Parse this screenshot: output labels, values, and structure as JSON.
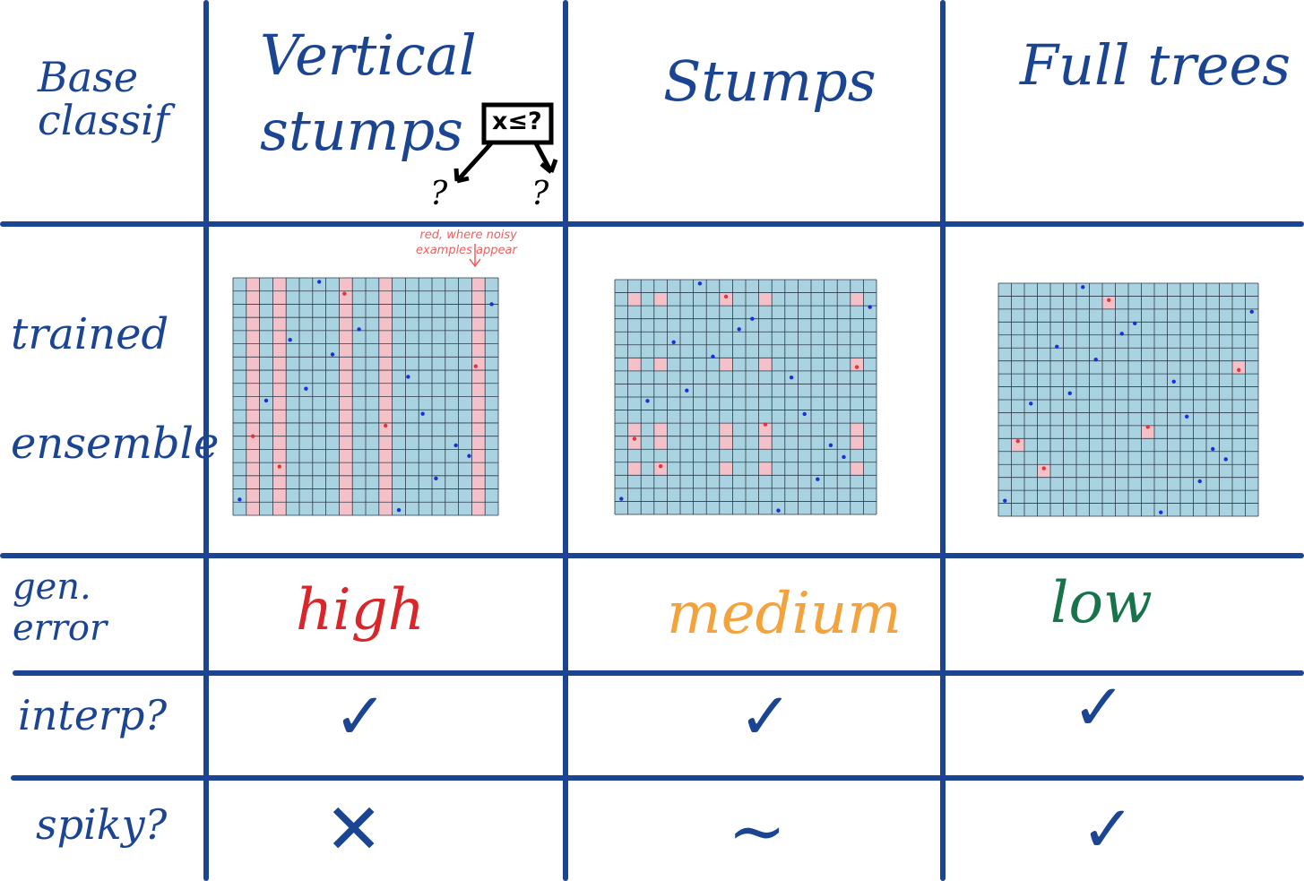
{
  "row_labels": {
    "base": "Base\nclassif",
    "ensemble": "trained\nensemble",
    "gen_error": "gen.\nerror",
    "interp": "interp?",
    "spiky": "spiky?"
  },
  "columns": [
    {
      "header": "Vertical\nstumps",
      "gen_error": "high",
      "interp": "✓",
      "spiky": "✕"
    },
    {
      "header": "Stumps",
      "gen_error": "medium",
      "interp": "✓",
      "spiky": "∼"
    },
    {
      "header": "Full trees",
      "gen_error": "low",
      "interp": "✓",
      "spiky": "✓"
    }
  ],
  "stump_diagram": {
    "node_label": "x≤?",
    "left_leaf": "?",
    "right_leaf": "?"
  },
  "annotation": "red, where noisy\nexamples appear",
  "colors": {
    "ink": "#1b4592",
    "high": "#d8262b",
    "medium": "#f4a23c",
    "low": "#16734a",
    "grid_fill": "#a9d3e0",
    "grid_highlight": "#f4c1c8",
    "point_blue": "#1a2fd9",
    "point_red": "#e0363b"
  },
  "grids": [
    {
      "cols": 20,
      "rows": 18,
      "highlight": "columns",
      "red_cols": [
        1,
        3,
        8,
        11,
        18
      ],
      "blue_points": [
        [
          6.5,
          0.3
        ],
        [
          19.5,
          2.0
        ],
        [
          9.5,
          3.9
        ],
        [
          4.3,
          4.7
        ],
        [
          7.5,
          5.8
        ],
        [
          13.2,
          7.5
        ],
        [
          5.5,
          8.4
        ],
        [
          2.5,
          9.3
        ],
        [
          14.3,
          10.3
        ],
        [
          16.8,
          12.7
        ],
        [
          17.8,
          13.5
        ],
        [
          15.3,
          15.2
        ],
        [
          0.5,
          16.8
        ],
        [
          12.5,
          17.6
        ]
      ],
      "red_points": [
        [
          8.4,
          1.2
        ],
        [
          18.3,
          6.7
        ],
        [
          11.5,
          11.2
        ],
        [
          1.5,
          12.0
        ],
        [
          3.5,
          14.3
        ]
      ]
    },
    {
      "cols": 20,
      "rows": 18,
      "highlight": "cells",
      "red_cols": [
        1,
        3,
        8,
        11,
        18
      ],
      "red_rows": [
        1,
        6,
        11,
        12,
        14
      ],
      "blue_points": [
        [
          6.5,
          0.3
        ],
        [
          19.5,
          2.1
        ],
        [
          10.5,
          3.0
        ],
        [
          9.5,
          3.8
        ],
        [
          4.5,
          4.8
        ],
        [
          7.5,
          5.9
        ],
        [
          13.5,
          7.5
        ],
        [
          5.5,
          8.5
        ],
        [
          2.5,
          9.3
        ],
        [
          14.5,
          10.3
        ],
        [
          16.5,
          12.7
        ],
        [
          17.5,
          13.6
        ],
        [
          15.5,
          15.3
        ],
        [
          0.5,
          16.8
        ],
        [
          12.5,
          17.7
        ]
      ],
      "red_points": [
        [
          8.5,
          1.3
        ],
        [
          18.5,
          6.7
        ],
        [
          11.5,
          11.1
        ],
        [
          1.5,
          12.2
        ],
        [
          3.5,
          14.3
        ]
      ]
    },
    {
      "cols": 20,
      "rows": 18,
      "highlight": "points",
      "blue_points": [
        [
          6.5,
          0.3
        ],
        [
          19.5,
          2.2
        ],
        [
          10.5,
          3.1
        ],
        [
          9.5,
          3.9
        ],
        [
          4.5,
          4.9
        ],
        [
          7.5,
          5.9
        ],
        [
          13.5,
          7.6
        ],
        [
          5.5,
          8.5
        ],
        [
          2.5,
          9.3
        ],
        [
          14.5,
          10.3
        ],
        [
          16.5,
          12.8
        ],
        [
          17.5,
          13.6
        ],
        [
          15.5,
          15.3
        ],
        [
          0.5,
          16.8
        ],
        [
          12.5,
          17.7
        ]
      ],
      "red_points": [
        [
          8.5,
          1.3
        ],
        [
          18.5,
          6.7
        ],
        [
          11.5,
          11.1
        ],
        [
          1.5,
          12.2
        ],
        [
          3.5,
          14.3
        ]
      ]
    }
  ]
}
